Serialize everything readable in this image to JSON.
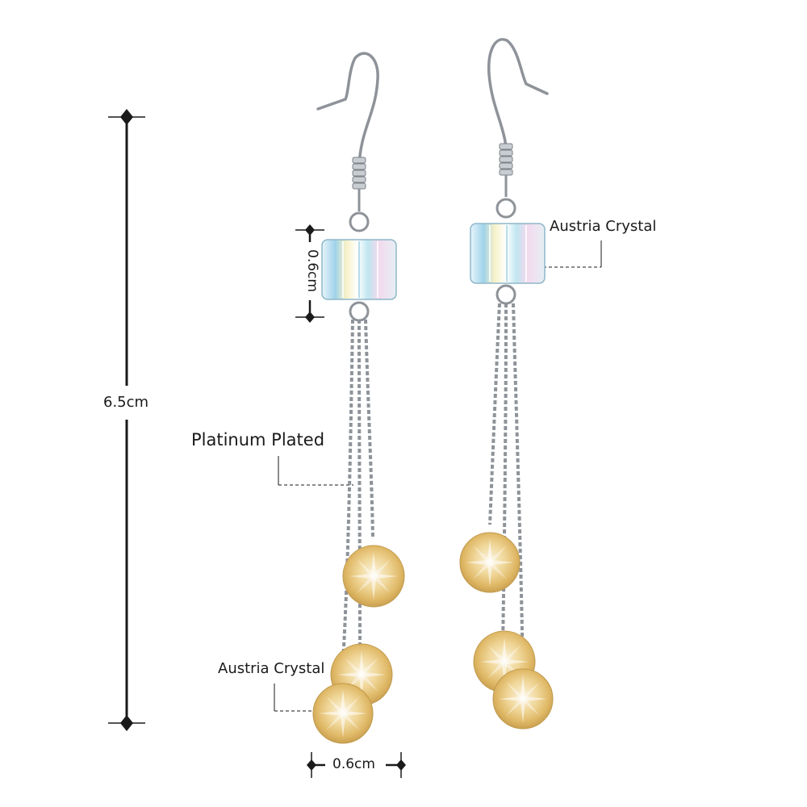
{
  "labels": {
    "total_length": "6.5cm",
    "cube_height": "0.6cm",
    "drop_width": "0.6cm",
    "chain_callout": "Platinum Plated",
    "cube_callout": "Austria Crystal",
    "drop_callout": "Austria Crystal"
  },
  "colors": {
    "background": "#ffffff",
    "dimension_line": "#1a1a1a",
    "metal": "#8e9399",
    "metal_highlight": "#dfe3e7",
    "crystal_champagne": "#e6c783",
    "crystal_champagne_light": "#f7ecd0",
    "crystal_cube_tint": "#bfe3f2"
  }
}
